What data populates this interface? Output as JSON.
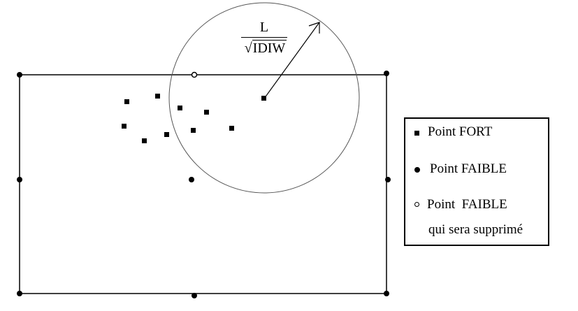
{
  "formula": {
    "numerator": "L",
    "radical": "√",
    "radicand": "IDIW"
  },
  "legend": {
    "strong_point": "Point FORT",
    "weak_point": "Point FAIBLE",
    "removed_point_line1": "Point  FAIBLE",
    "removed_point_line2": "qui sera supprimé"
  },
  "icons": {
    "strong_point": "filled-square",
    "weak_point": "filled-circle",
    "removed_point": "open-circle"
  }
}
